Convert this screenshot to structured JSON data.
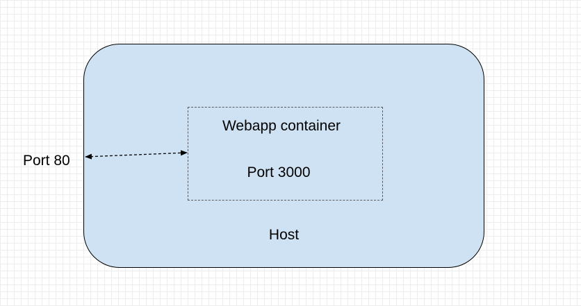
{
  "host": {
    "label": "Host",
    "fill_color": "#cfe2f3"
  },
  "container": {
    "title": "Webapp container",
    "port": "Port 3000"
  },
  "host_port": {
    "label": "Port 80"
  },
  "connector": {
    "style": "dashed",
    "direction": "bidirectional"
  }
}
